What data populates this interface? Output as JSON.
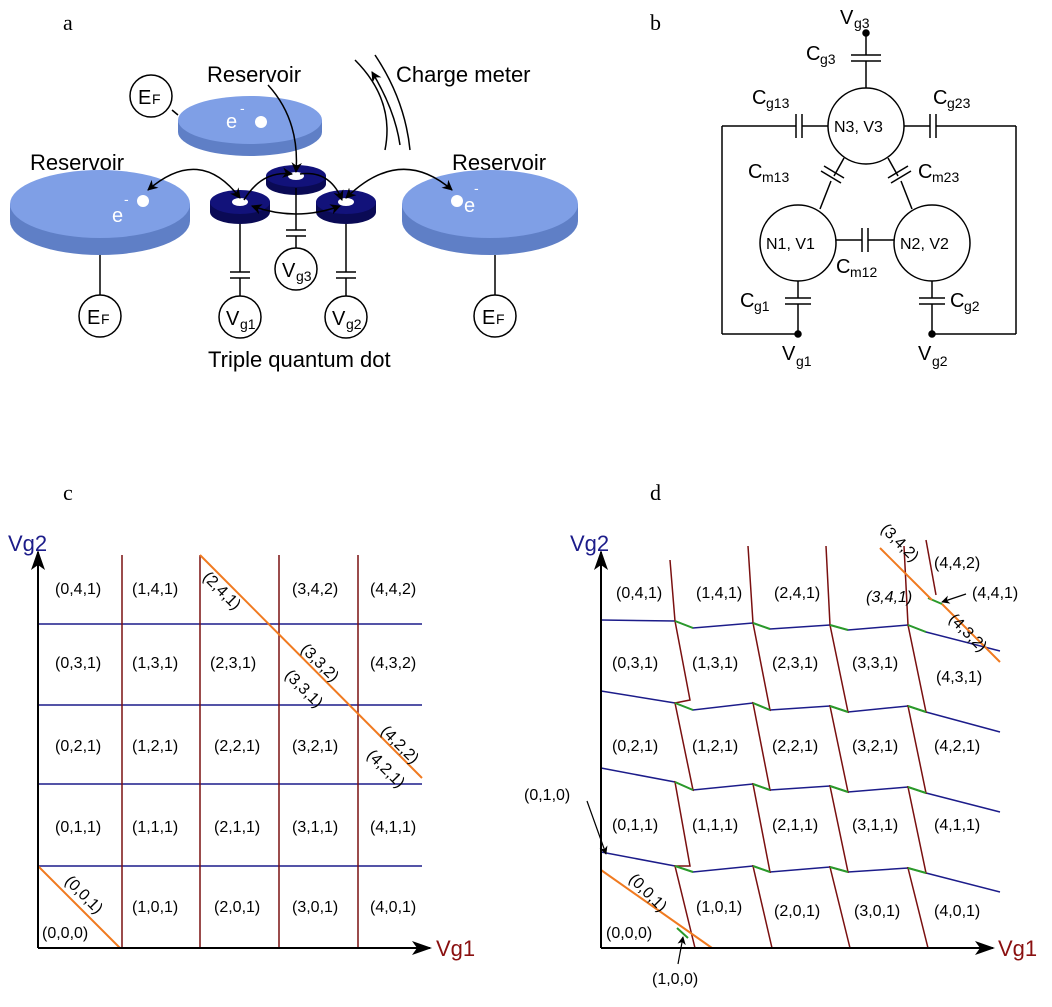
{
  "panel_labels": {
    "a": "a",
    "b": "b",
    "c": "c",
    "d": "d"
  },
  "panel_a": {
    "reservoir_top": "Reservoir",
    "reservoir_left": "Reservoir",
    "reservoir_right": "Reservoir",
    "charge_meter": "Charge meter",
    "fermi_label": "E",
    "fermi_sub": "F",
    "electron_label": "e",
    "electron_sup": "-",
    "vg1": "V",
    "vg1_sub": "g1",
    "vg2": "V",
    "vg2_sub": "g2",
    "vg3": "V",
    "vg3_sub": "g3",
    "caption": "Triple quantum dot"
  },
  "panel_b": {
    "V_top": "V",
    "V_top_sub": "g3",
    "Cg3": "C",
    "Cg3_sub": "g3",
    "Cg13": "C",
    "Cg13_sub": "g13",
    "Cg23": "C",
    "Cg23_sub": "g23",
    "Cm13": "C",
    "Cm13_sub": "m13",
    "Cm23": "C",
    "Cm23_sub": "m23",
    "Cm12": "C",
    "Cm12_sub": "m12",
    "Cg1": "C",
    "Cg1_sub": "g1",
    "Cg2": "C",
    "Cg2_sub": "g2",
    "node3": "N3, V3",
    "node1": "N1, V1",
    "node2": "N2, V2",
    "V_left": "V",
    "V_left_sub": "g1",
    "V_right": "V",
    "V_right_sub": "g2"
  },
  "panel_c": {
    "xlabel": "Vg1",
    "ylabel": "Vg2",
    "cells": [
      "(0,4,1)",
      "(1,4,1)",
      "(3,4,2)",
      "(4,4,2)",
      "(0,3,1)",
      "(1,3,1)",
      "(2,3,1)",
      "(4,3,2)",
      "(0,2,1)",
      "(1,2,1)",
      "(2,2,1)",
      "(3,2,1)",
      "(0,1,1)",
      "(1,1,1)",
      "(2,1,1)",
      "(3,1,1)",
      "(4,1,1)",
      "(1,0,1)",
      "(2,0,1)",
      "(3,0,1)",
      "(4,0,1)",
      "(0,0,0)"
    ],
    "diag_cells": [
      "(2,4,1)",
      "(3,3,2)",
      "(3,3,1)",
      "(4,2,2)",
      "(4,2,1)",
      "(0,0,1)"
    ]
  },
  "panel_d": {
    "xlabel": "Vg1",
    "ylabel": "Vg2",
    "cells": [
      "(0,4,1)",
      "(1,4,1)",
      "(2,4,1)",
      "(0,3,1)",
      "(1,3,1)",
      "(2,3,1)",
      "(3,3,1)",
      "(4,3,1)",
      "(0,2,1)",
      "(1,2,1)",
      "(2,2,1)",
      "(3,2,1)",
      "(4,2,1)",
      "(0,1,1)",
      "(1,1,1)",
      "(2,1,1)",
      "(3,1,1)",
      "(4,1,1)",
      "(1,0,1)",
      "(2,0,1)",
      "(3,0,1)",
      "(4,0,1)",
      "(0,0,0)",
      "(4,4,2)",
      "(4,4,1)"
    ],
    "diag_cells": [
      "(3,4,1)",
      "(3,4,2)",
      "(4,3,2)",
      "(0,0,1)"
    ],
    "callouts": [
      "(0,1,0)",
      "(1,0,0)"
    ]
  },
  "colors": {
    "blue_line": "#1c1c8a",
    "red_line": "#7a1010",
    "orange_line": "#f07a20",
    "green_line": "#2a9a2a",
    "axis_blue": "#1c1c8a",
    "axis_red": "#8a1010",
    "reservoir": "#7f9fe6",
    "reservoir_side": "#5f7fc6",
    "dot_dark": "#12127a"
  }
}
